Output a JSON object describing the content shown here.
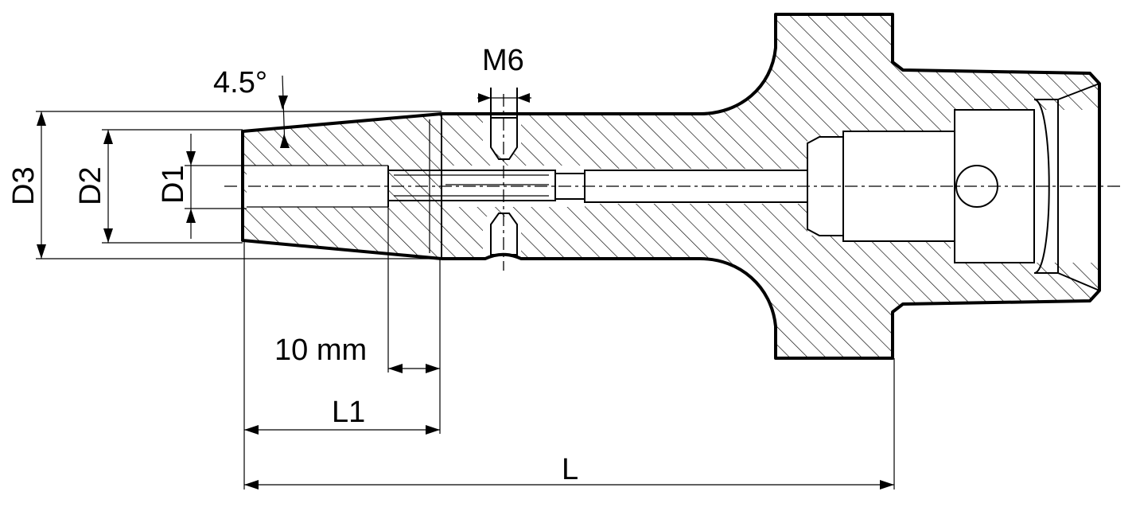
{
  "drawing": {
    "labels": {
      "d3": "D3",
      "d2": "D2",
      "d1": "D1",
      "angle": "4.5°",
      "thread": "M6",
      "setback": "10 mm",
      "l1": "L1",
      "l": "L"
    }
  }
}
